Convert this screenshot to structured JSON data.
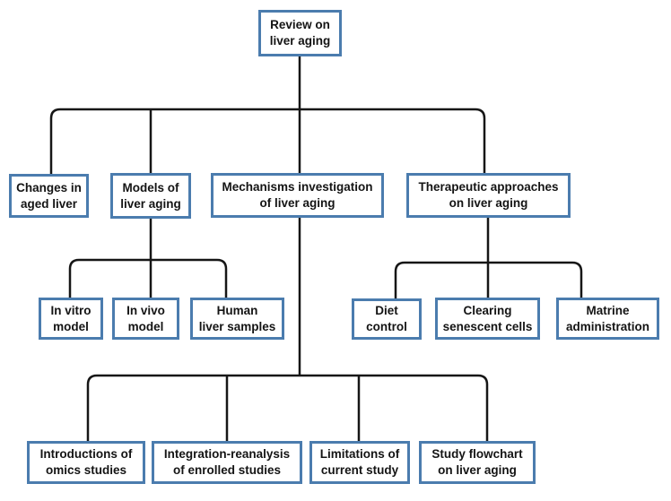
{
  "title": "Review on liver aging flowchart",
  "colors": {
    "box_border": "#4b7cae",
    "connector": "#161616",
    "text": "#141414",
    "background": "#ffffff"
  },
  "nodes": {
    "review": "Review on\nliver aging",
    "changes": "Changes in\naged liver",
    "models": "Models of\nliver aging",
    "mechanisms": "Mechanisms investigation\nof liver aging",
    "therapeutic": "Therapeutic approaches\non liver aging",
    "invitro": "In vitro\nmodel",
    "invivo": "In vivo\nmodel",
    "human": "Human\nliver samples",
    "diet": "Diet\ncontrol",
    "clearing": "Clearing\nsenescent cells",
    "matrine": "Matrine\nadministration",
    "introductions": "Introductions of\nomics studies",
    "integration": "Integration-reanalysis\nof enrolled studies",
    "limitations": "Limitations of\ncurrent study",
    "flowchart": "Study flowchart\non liver aging"
  },
  "hierarchy": {
    "root": "review",
    "children_of_review": [
      "changes",
      "models",
      "mechanisms",
      "therapeutic"
    ],
    "children_of_models": [
      "invitro",
      "invivo",
      "human"
    ],
    "children_of_therapeutic": [
      "diet",
      "clearing",
      "matrine"
    ],
    "children_of_mechanisms": [
      "introductions",
      "integration",
      "limitations",
      "flowchart"
    ]
  }
}
